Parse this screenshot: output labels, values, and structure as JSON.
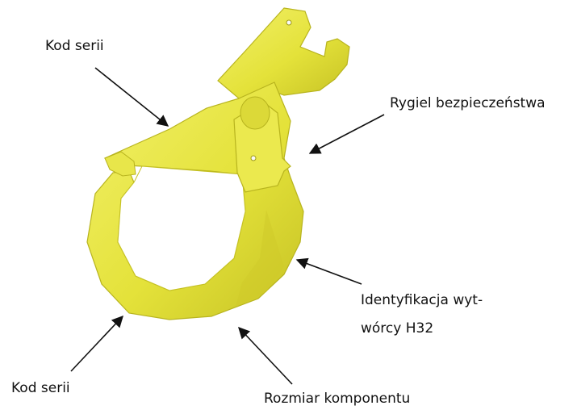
{
  "labels": {
    "series_code_top": "Kod serii",
    "safety_latch": "Rygiel bezpieczeństwa",
    "manufacturer_id_line1": "Identyfikacja wyt-",
    "manufacturer_id_line2": "wórcy H32",
    "series_code_bottom": "Kod serii",
    "component_size": "Rozmiar komponentu"
  },
  "colors": {
    "hook_yellow": "#e4e23a",
    "hook_shadow": "#b8b41e",
    "hook_highlight": "#f4f27a",
    "arrow": "#111111"
  }
}
